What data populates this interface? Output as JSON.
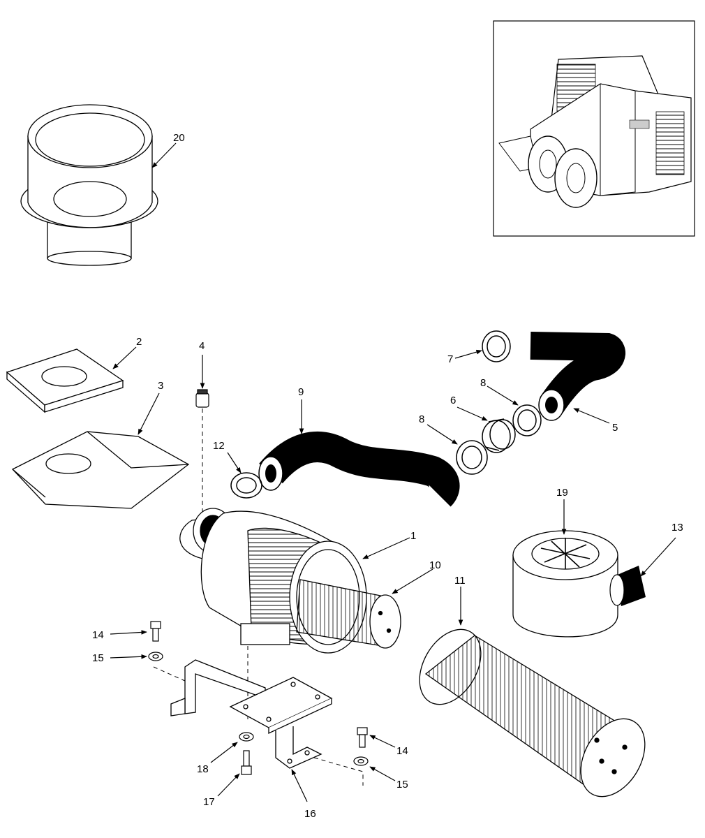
{
  "diagram": {
    "labels": {
      "l1": "1",
      "l2": "2",
      "l3": "3",
      "l4": "4",
      "l5": "5",
      "l6": "6",
      "l7": "7",
      "l8a": "8",
      "l8b": "8",
      "l9": "9",
      "l10": "10",
      "l11": "11",
      "l12": "12",
      "l13": "13",
      "l14a": "14",
      "l14b": "14",
      "l15a": "15",
      "l15b": "15",
      "l16": "16",
      "l17": "17",
      "l18": "18",
      "l19": "19",
      "l20": "20"
    }
  }
}
